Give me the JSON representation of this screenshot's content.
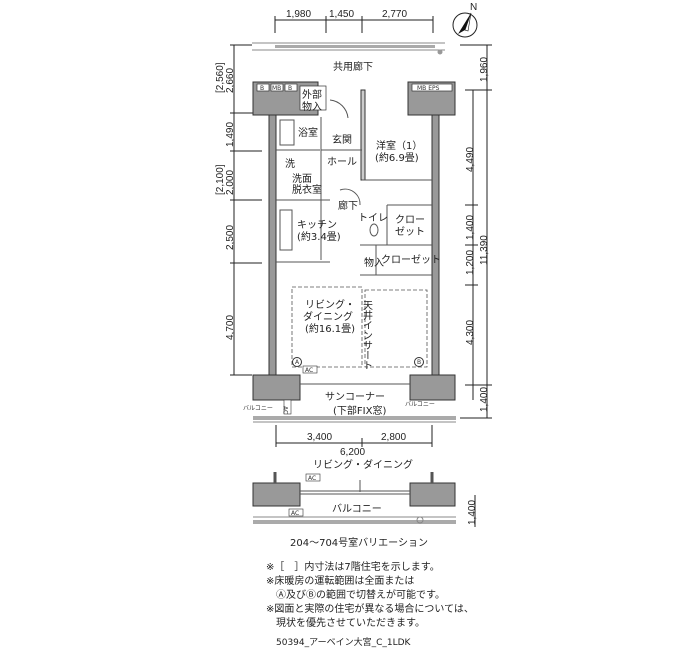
{
  "top_dimensions": [
    "1,980",
    "1,450",
    "2,770"
  ],
  "left_dimensions": [
    "[2,560]",
    "2,660",
    "1,490",
    "[2,100]",
    "2,000",
    "2,500",
    "4,700"
  ],
  "right_dimensions": [
    "1,960",
    "4,490",
    "1,400",
    "1,200",
    "4,300",
    "1,400",
    "11,390"
  ],
  "bottom_dimensions": [
    "3,400",
    "2,800",
    "6,200"
  ],
  "variation_dimension": "1,400",
  "compass_label": "N",
  "rooms": {
    "corridor": "共用廊下",
    "b1": "B",
    "mb1": "MB",
    "b2": "B",
    "mb_eps": "MB EPS",
    "outdoor_storage_1": "外部",
    "outdoor_storage_2": "物入",
    "bathroom": "浴室",
    "entrance": "玄関",
    "hall": "ホール",
    "western_room_1": "洋室（1）",
    "western_room_2": "(約6.9畳)",
    "washer": "洗",
    "washroom_1": "洗面",
    "washroom_2": "脱衣室",
    "hallway": "廊下",
    "toilet": "トイレ",
    "closet1_1": "クロー",
    "closet1_2": "ゼット",
    "storage": "物入",
    "closet2": "クローゼット",
    "kitchen_1": "キッチン",
    "kitchen_2": "(約3.4畳)",
    "living_1": "リビング・",
    "living_2": "ダイニング",
    "living_3": "(約16.1畳)",
    "ceiling_insert": "天井インサート",
    "zone_a": "A",
    "zone_b": "B",
    "ac": "AC",
    "sun_corner": "サンコーナー",
    "sun_corner_sub": "(下部FIX窓)",
    "balcony_left": "バルコニー",
    "balcony_right": "バルコニー",
    "ac_vertical": "AC"
  },
  "variation": {
    "living": "リビング・ダイニング",
    "ac1": "AC",
    "ac2": "AC",
    "balcony": "バルコニー",
    "caption": "204〜704号室バリエーション"
  },
  "notes": [
    "※［　］内寸法は7階住宅を示します。",
    "※床暖房の運転範囲は全面または",
    "　Ⓐ及びⒷの範囲で切替えが可能です。",
    "※図面と実際の住宅が異なる場合については、",
    "　現状を優先させていただきます。"
  ],
  "footer_id": "50394_アーベイン大宮_C_1LDK"
}
